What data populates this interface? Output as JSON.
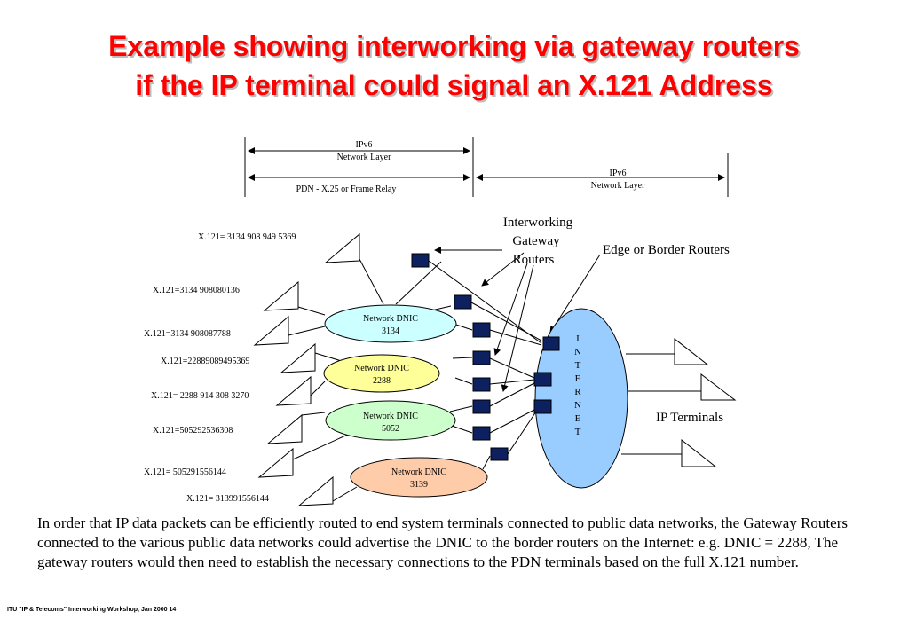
{
  "title": {
    "line1": "Example showing interworking via gateway routers",
    "line2": "if the IP terminal could signal an X.121 Address"
  },
  "layers": {
    "ipv6_left_1": "IPv6",
    "ipv6_left_2": "Network Layer",
    "pdn": "PDN -  X.25 or Frame Relay",
    "ipv6_right_1": "IPv6",
    "ipv6_right_2": "Network Layer"
  },
  "labels": {
    "igw_1": "Interworking",
    "igw_2": "Gateway",
    "igw_3": "Routers",
    "edge": "Edge or Border Routers",
    "ip_terminals": "IP Terminals"
  },
  "addresses": [
    "X.121= 3134 908 949 5369",
    "X.121=3134 908080136",
    "X.121=3134 908087788",
    "X.121=22889089495369",
    "X.121= 2288 914 308 3270",
    "X.121=505292536308",
    "X.121= 505291556144",
    "X.121= 313991556144"
  ],
  "networks": [
    {
      "name": "Network DNIC",
      "code": "3134",
      "color": "#ccffff"
    },
    {
      "name": "Network DNIC",
      "code": "2288",
      "color": "#ffff99"
    },
    {
      "name": "Network DNIC",
      "code": "5052",
      "color": "#ccffcc"
    },
    {
      "name": "Network DNIC",
      "code": "3139",
      "color": "#ffccaa"
    }
  ],
  "internet": {
    "letters": [
      "I",
      "N",
      "T",
      "E",
      "R",
      "N",
      "E",
      "T"
    ],
    "color": "#99ccff"
  },
  "colors": {
    "title": "#ff0000",
    "router": "#0d2060"
  },
  "paragraph": " In order that IP data packets can be efficiently routed to end system terminals connected to public data networks, the Gateway Routers  connected to the various public data networks could advertise the DNIC to the border routers on  the Internet:  e.g.  DNIC = 2288,   The gateway routers would then need to establish the necessary connections to the PDN terminals based on the full X.121 number.",
  "footer": "ITU \"IP & Telecoms\" Interworking Workshop,  Jan 2000  14"
}
